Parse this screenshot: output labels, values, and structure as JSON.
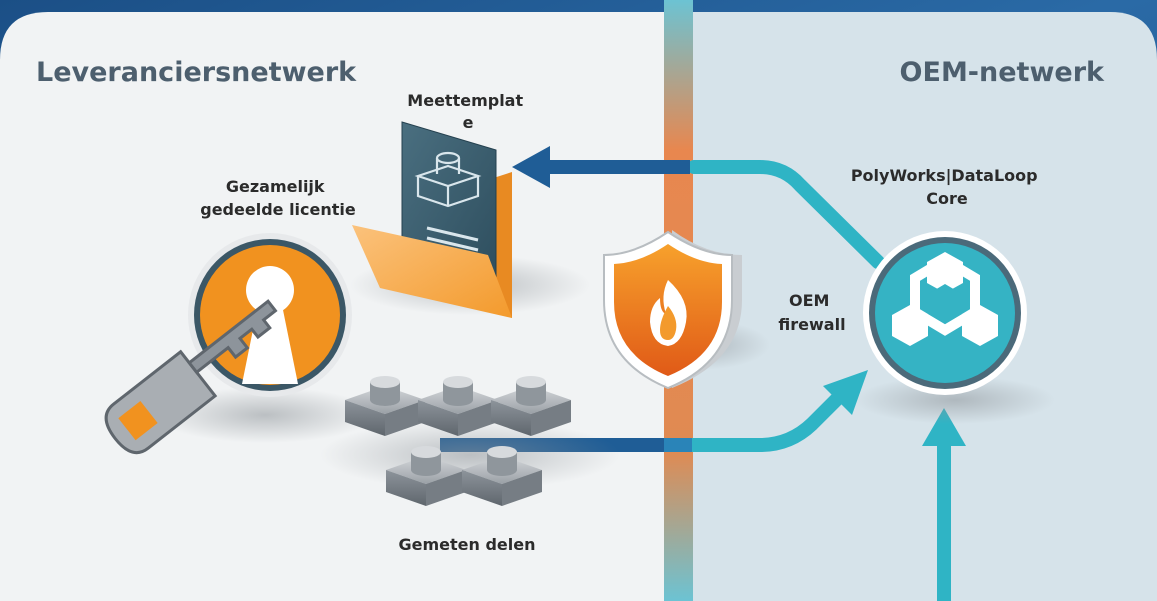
{
  "diagram": {
    "left_zone_title": "Leveranciersnetwerk",
    "right_zone_title": "OEM-netwerk",
    "nodes": {
      "template": [
        "Meettemplat",
        "e"
      ],
      "license": [
        "Gezamelijk",
        "gedeelde licentie"
      ],
      "parts": "Gemeten delen",
      "firewall": [
        "OEM",
        "firewall"
      ],
      "core": [
        "PolyWorks|DataLoop",
        "Core"
      ]
    }
  },
  "colors": {
    "left_panel": "#f1f3f4",
    "right_panel": "#d6e3ea",
    "firewall_band": "#e08a52",
    "arrow_dark_blue": "#1f5d96",
    "arrow_teal": "#2fb4c5",
    "accent_orange": "#f1921f",
    "template_card": "#3c6070"
  },
  "icons": [
    "template-document-icon",
    "license-key-icon",
    "firewall-shield-icon",
    "dataloop-core-icon",
    "measured-part-icon"
  ]
}
